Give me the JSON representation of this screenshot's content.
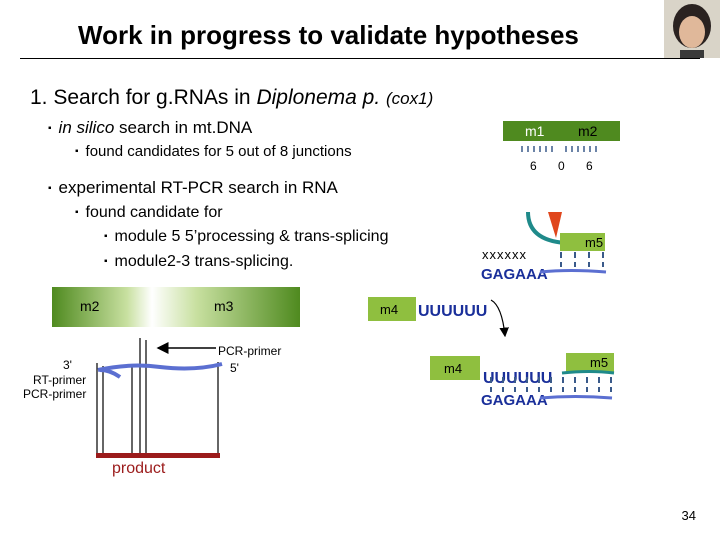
{
  "slide": {
    "title": "Work in progress to validate hypotheses",
    "heading_prefix": "1. Search for g.RNAs in ",
    "heading_species": "Diplonema p.",
    "heading_gene": "(cox1)",
    "bullet1_em": "in silico",
    "bullet1_rest": " search in mt.DNA",
    "bullet1_sub": "found candidates for 5 out of 8 junctions",
    "bullet2": "experimental RT-PCR search in RNA",
    "bullet2_sub": "found candidate for",
    "bullet2_sub_a": "module 5 5’processing & trans-splicing",
    "bullet2_sub_b": "module2-3 trans-splicing.",
    "page_number": "34",
    "bullet_glyph": "▪"
  },
  "diagram": {
    "junction": {
      "m1": "m1",
      "m2": "m2",
      "counts": [
        "6",
        "0",
        "6"
      ]
    },
    "module5": {
      "mark": "xxxxxx",
      "label": "m5",
      "seq": "GAGAAA"
    },
    "m4_top": {
      "label": "m4",
      "seq": "UUUUUU"
    },
    "m4_bottom": {
      "label": "m4",
      "seq": "UUUUUU",
      "m5": "m5",
      "guide": "GAGAAA"
    },
    "rtpcr": {
      "m2": "m2",
      "m3": "m3",
      "pcr_primer": "PCR-primer",
      "five_prime": "5'",
      "three_prime": "3'",
      "rt_primer": "RT-primer",
      "pcr_primer_left": "PCR-primer",
      "product": "product"
    }
  },
  "colors": {
    "dark_green": "#4f8a1f",
    "light_green": "#8fbf3f",
    "blue": "#5b6fd1",
    "product": "#9b1b1b",
    "teal": "#1f8a8a",
    "orange": "#e0461c"
  }
}
